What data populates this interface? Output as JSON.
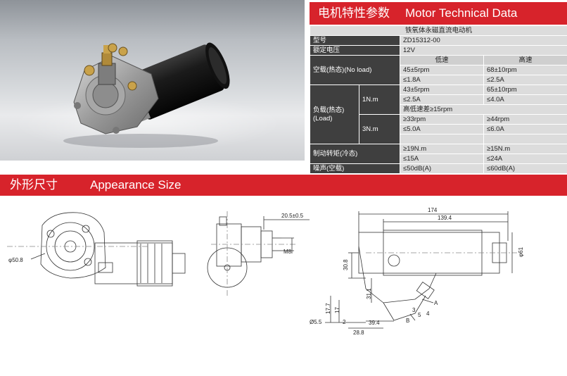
{
  "spec": {
    "title_cn": "电机特性参数",
    "title_en": "Motor Technical Data",
    "subtitle": "铁氧体永磁直流电动机",
    "model_label": "型号",
    "model_value": "ZD15312-00",
    "voltage_label": "额定电压",
    "voltage_value": "12V",
    "low_speed": "低速",
    "high_speed": "高速",
    "noload_label": "空载(热态)(No load)",
    "noload_low_rpm": "45±5rpm",
    "noload_high_rpm": "68±10rpm",
    "noload_low_a": "≤1.8A",
    "noload_high_a": "≤2.5A",
    "load_label": "负载(热态)",
    "load_label_en": "(Load)",
    "load_1nm": "1N.m",
    "load_1nm_low_rpm": "43±5rpm",
    "load_1nm_high_rpm": "65±10rpm",
    "load_1nm_low_a": "≤2.5A",
    "load_1nm_high_a": "≤4.0A",
    "load_speed_diff": "高低速差≥15rpm",
    "load_3nm": "3N.m",
    "load_3nm_low_rpm": "≥33rpm",
    "load_3nm_high_rpm": "≥44rpm",
    "load_3nm_low_a": "≤5.0A",
    "load_3nm_high_a": "≤6.0A",
    "stall_label": "制动转矩(冷态)",
    "stall_low_nm": "≥19N.m",
    "stall_high_nm": "≥15N.m",
    "stall_low_a": "≤15A",
    "stall_high_a": "≤24A",
    "noise_label": "噪声(空载)",
    "noise_low": "≤50dB(A)",
    "noise_high": "≤60dB(A)"
  },
  "appearance": {
    "title_cn": "外形尺寸",
    "title_en": "Appearance Size"
  },
  "dimensions": {
    "d_50_8": "φ50.8",
    "d_20_5": "20.5±0.5",
    "d_m8": "M8",
    "d_174": "174",
    "d_139_4": "139.4",
    "d_61": "φ61",
    "d_30_8": "30.8",
    "d_31_1": "31.1",
    "d_17_7": "17.7",
    "d_17": "17",
    "d_5_5": "Ø5.5",
    "d_2": "2",
    "d_28_8": "28.8",
    "d_39_4": "39.4",
    "label_a": "A",
    "label_b": "B",
    "d_4": "4",
    "d_5": "5",
    "d_3": "3"
  },
  "colors": {
    "accent": "#d7232b",
    "label_bg": "#3f3f3f",
    "value_bg": "#dcdcdc"
  }
}
